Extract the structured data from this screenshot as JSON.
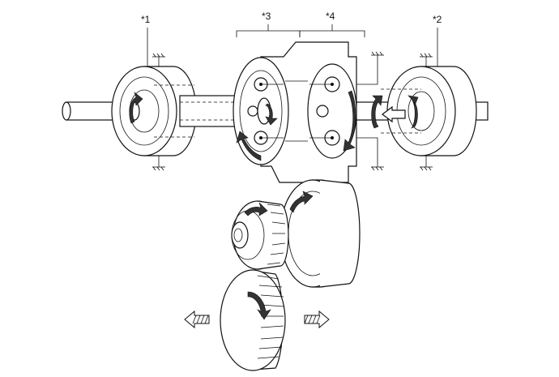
{
  "labels": {
    "brake_left": "*1",
    "brake_right": "*2",
    "planetary_front": "*3",
    "planetary_rear": "*4"
  },
  "colors": {
    "line": "#111111",
    "arrow_fill": "#333333",
    "background": "#ffffff"
  },
  "icons": {
    "rotation_arrow": "curved-arrow-icon",
    "direction_left": "hatched-left-arrow-icon",
    "direction_right": "hatched-right-arrow-icon",
    "input_flow": "hollow-left-arrow-icon",
    "ground": "ground-hatch-icon"
  }
}
